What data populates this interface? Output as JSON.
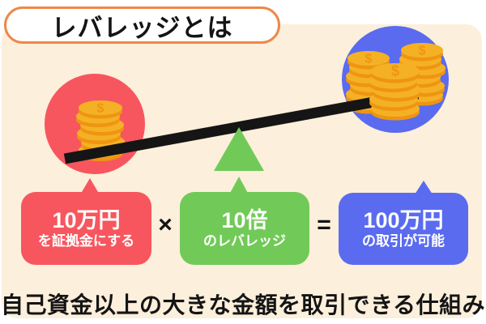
{
  "title": "レバレッジとは",
  "seesaw": {
    "left_icon": "coin-stack-icon",
    "right_icon": "coin-stacks-icon",
    "lever_icon": "lever-bar-icon",
    "fulcrum_icon": "fulcrum-triangle-icon",
    "coin_symbol": "$"
  },
  "formula": {
    "margin_box": {
      "value": "10万円",
      "label": "を証拠金にする"
    },
    "times": "×",
    "leverage_box": {
      "value": "10倍",
      "label": "のレバレッジ"
    },
    "equals": "=",
    "result_box": {
      "value": "100万円",
      "label": "の取引が可能"
    }
  },
  "caption": "自己資金以上の大きな金額を取引できる仕組み",
  "colors": {
    "background": "#ffffff",
    "panel": "#fcefdb",
    "title_border": "#ef8748",
    "red": "#f7565e",
    "green": "#71ca58",
    "blue": "#5a6bf0",
    "coin_light": "#f5b125",
    "coin_dark": "#ee9511",
    "ink": "#141414"
  }
}
